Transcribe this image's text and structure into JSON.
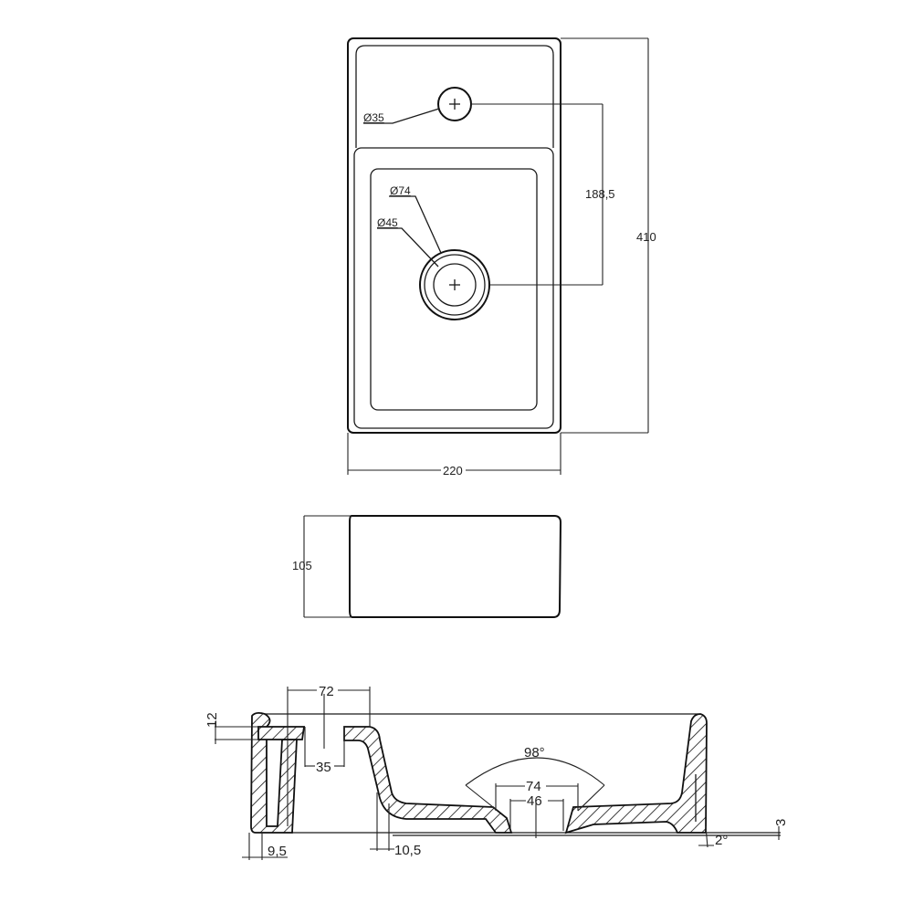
{
  "drawing": {
    "title": "Small rectangular washbasin technical drawing",
    "views": [
      "top-view",
      "front-view",
      "cross-section"
    ]
  },
  "top_view": {
    "overall_length": "410",
    "overall_width": "220",
    "tap_hole_offset": "188,5",
    "tap_hole_diameter": "Ø35",
    "waste_outer_diameter": "Ø74",
    "waste_inner_diameter": "Ø45"
  },
  "front_view": {
    "height": "105"
  },
  "section_view": {
    "deck_thickness": "12",
    "deck_zone_width": "72",
    "tap_hole_width": "35",
    "wall_thickness": "9,5",
    "inner_offset": "10,5",
    "drain_angle": "98°",
    "waste_outer": "74",
    "waste_inner": "46",
    "base_offset": "3",
    "draft_angle": "2°"
  }
}
